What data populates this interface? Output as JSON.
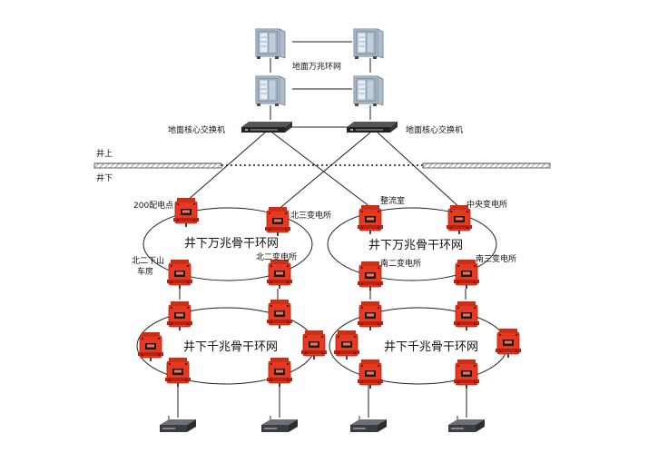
{
  "surface": {
    "ring_label": "地面万兆环网",
    "switch_left_label": "地面核心交换机",
    "switch_right_label": "地面核心交换机"
  },
  "boundary": {
    "above_label": "井上",
    "below_label": "井下"
  },
  "underground": {
    "left_10g": {
      "ring_label": "井下万兆骨干环网",
      "nodes": [
        "200配电点",
        "北三变电所",
        "北二下山",
        "车房",
        "北二变电所"
      ]
    },
    "right_10g": {
      "ring_label": "井下万兆骨干环网",
      "nodes": [
        "整流室",
        "中央变电所",
        "南二变电所",
        "南三变电所"
      ]
    },
    "left_1g": {
      "ring_label": "井下千兆骨干环网"
    },
    "right_1g": {
      "ring_label": "井下千兆骨干环网"
    }
  },
  "colors": {
    "station_red": "#e8381f",
    "station_dark": "#b8220f",
    "server_frame": "#c9d3de",
    "server_glass": "#9fb3c8",
    "line": "#222222"
  },
  "icons": [
    "server-cabinet-icon",
    "core-switch-icon",
    "explosion-proof-station-icon",
    "access-device-icon"
  ]
}
